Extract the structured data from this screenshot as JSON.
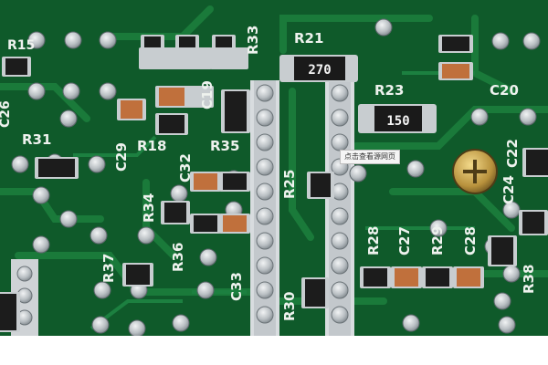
{
  "tooltip_text": "点击查看源网页",
  "resistors_large": [
    {
      "ref": "R21",
      "marking": "270"
    },
    {
      "ref": "R23",
      "marking": "150"
    }
  ],
  "labels": [
    "R21",
    "R23",
    "R31",
    "R33",
    "R35",
    "R18",
    "C29",
    "C19",
    "C32",
    "R34",
    "R36",
    "R25",
    "R28",
    "C27",
    "R29",
    "C28",
    "R37",
    "R30",
    "C33",
    "C20",
    "C22",
    "C24",
    "R38",
    "C26",
    "R15"
  ],
  "colors": {
    "board": "#0f5a2a",
    "trace": "#1a7a3a",
    "pad": "#c9cdd0",
    "silkscreen": "#eef2ee",
    "chip": "#1c1c1c",
    "capacitor": "#c0703c"
  }
}
